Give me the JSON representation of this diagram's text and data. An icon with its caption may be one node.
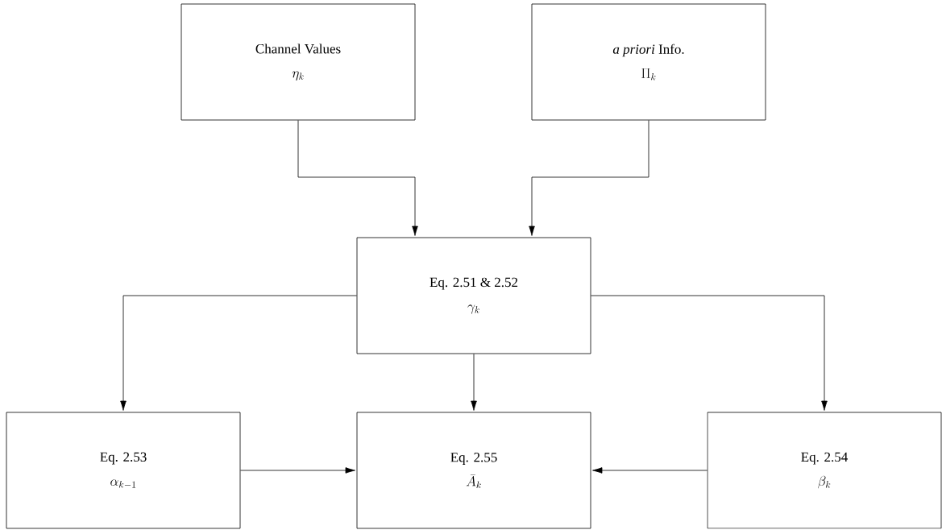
{
  "diagram": {
    "nodes": [
      {
        "text": [
          "Channel Values",
          "\\eta_k"
        ]
      },
      {
        "text": [
          "*a priori* Info.",
          "\\Pi_k"
        ]
      },
      {
        "text": [
          "Eq. 2.51 & 2.52",
          "\\gamma_k"
        ]
      },
      {
        "text": [
          "Eq. 2.53",
          "\\alpha_{k-1}"
        ]
      },
      {
        "text": [
          "Eq. 2.55",
          "\\bar{A}_k"
        ]
      },
      {
        "text": [
          "Eq. 2.54",
          "\\beta_k"
        ]
      }
    ],
    "edges": [
      {
        "from": 0,
        "to": 2,
        "arrow": "to"
      },
      {
        "from": 1,
        "to": 2,
        "arrow": "to"
      },
      {
        "from": 2,
        "to": 3,
        "arrow": "to"
      },
      {
        "from": 2,
        "to": 4,
        "arrow": "to"
      },
      {
        "from": 2,
        "to": 5,
        "arrow": "to"
      },
      {
        "from": 3,
        "to": 4,
        "arrow": "to"
      },
      {
        "from": 5,
        "to": 4,
        "arrow": "to"
      }
    ]
  }
}
